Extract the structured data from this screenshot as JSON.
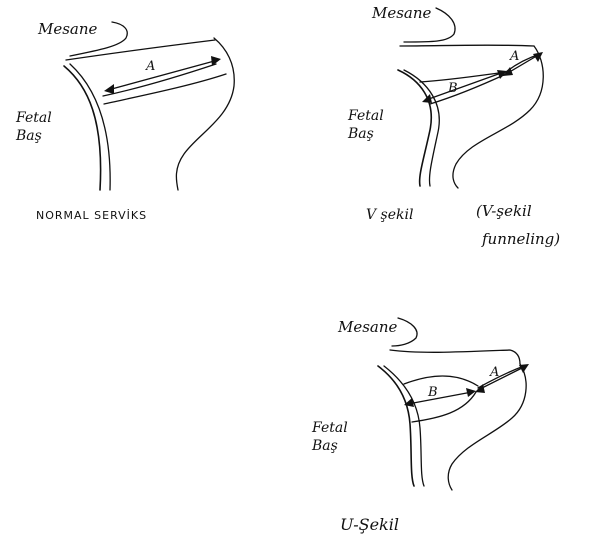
{
  "panels": {
    "normal": {
      "bladder_label": "Mesane",
      "head_label_line1": "Fetal",
      "head_label_line2": "Baş",
      "measure_a": "A",
      "caption": "NORMAL SERVİKS"
    },
    "v_shape": {
      "bladder_label": "Mesane",
      "head_label_line1": "Fetal",
      "head_label_line2": "Baş",
      "measure_a": "A",
      "measure_b": "B",
      "caption_line1": "V şekil",
      "caption_paren_line1": "(V-şekil",
      "caption_paren_line2": "funneling)"
    },
    "u_shape": {
      "bladder_label": "Mesane",
      "head_label_line1": "Fetal",
      "head_label_line2": "Baş",
      "measure_a": "A",
      "measure_b": "B",
      "caption": "U-Şekil"
    }
  }
}
